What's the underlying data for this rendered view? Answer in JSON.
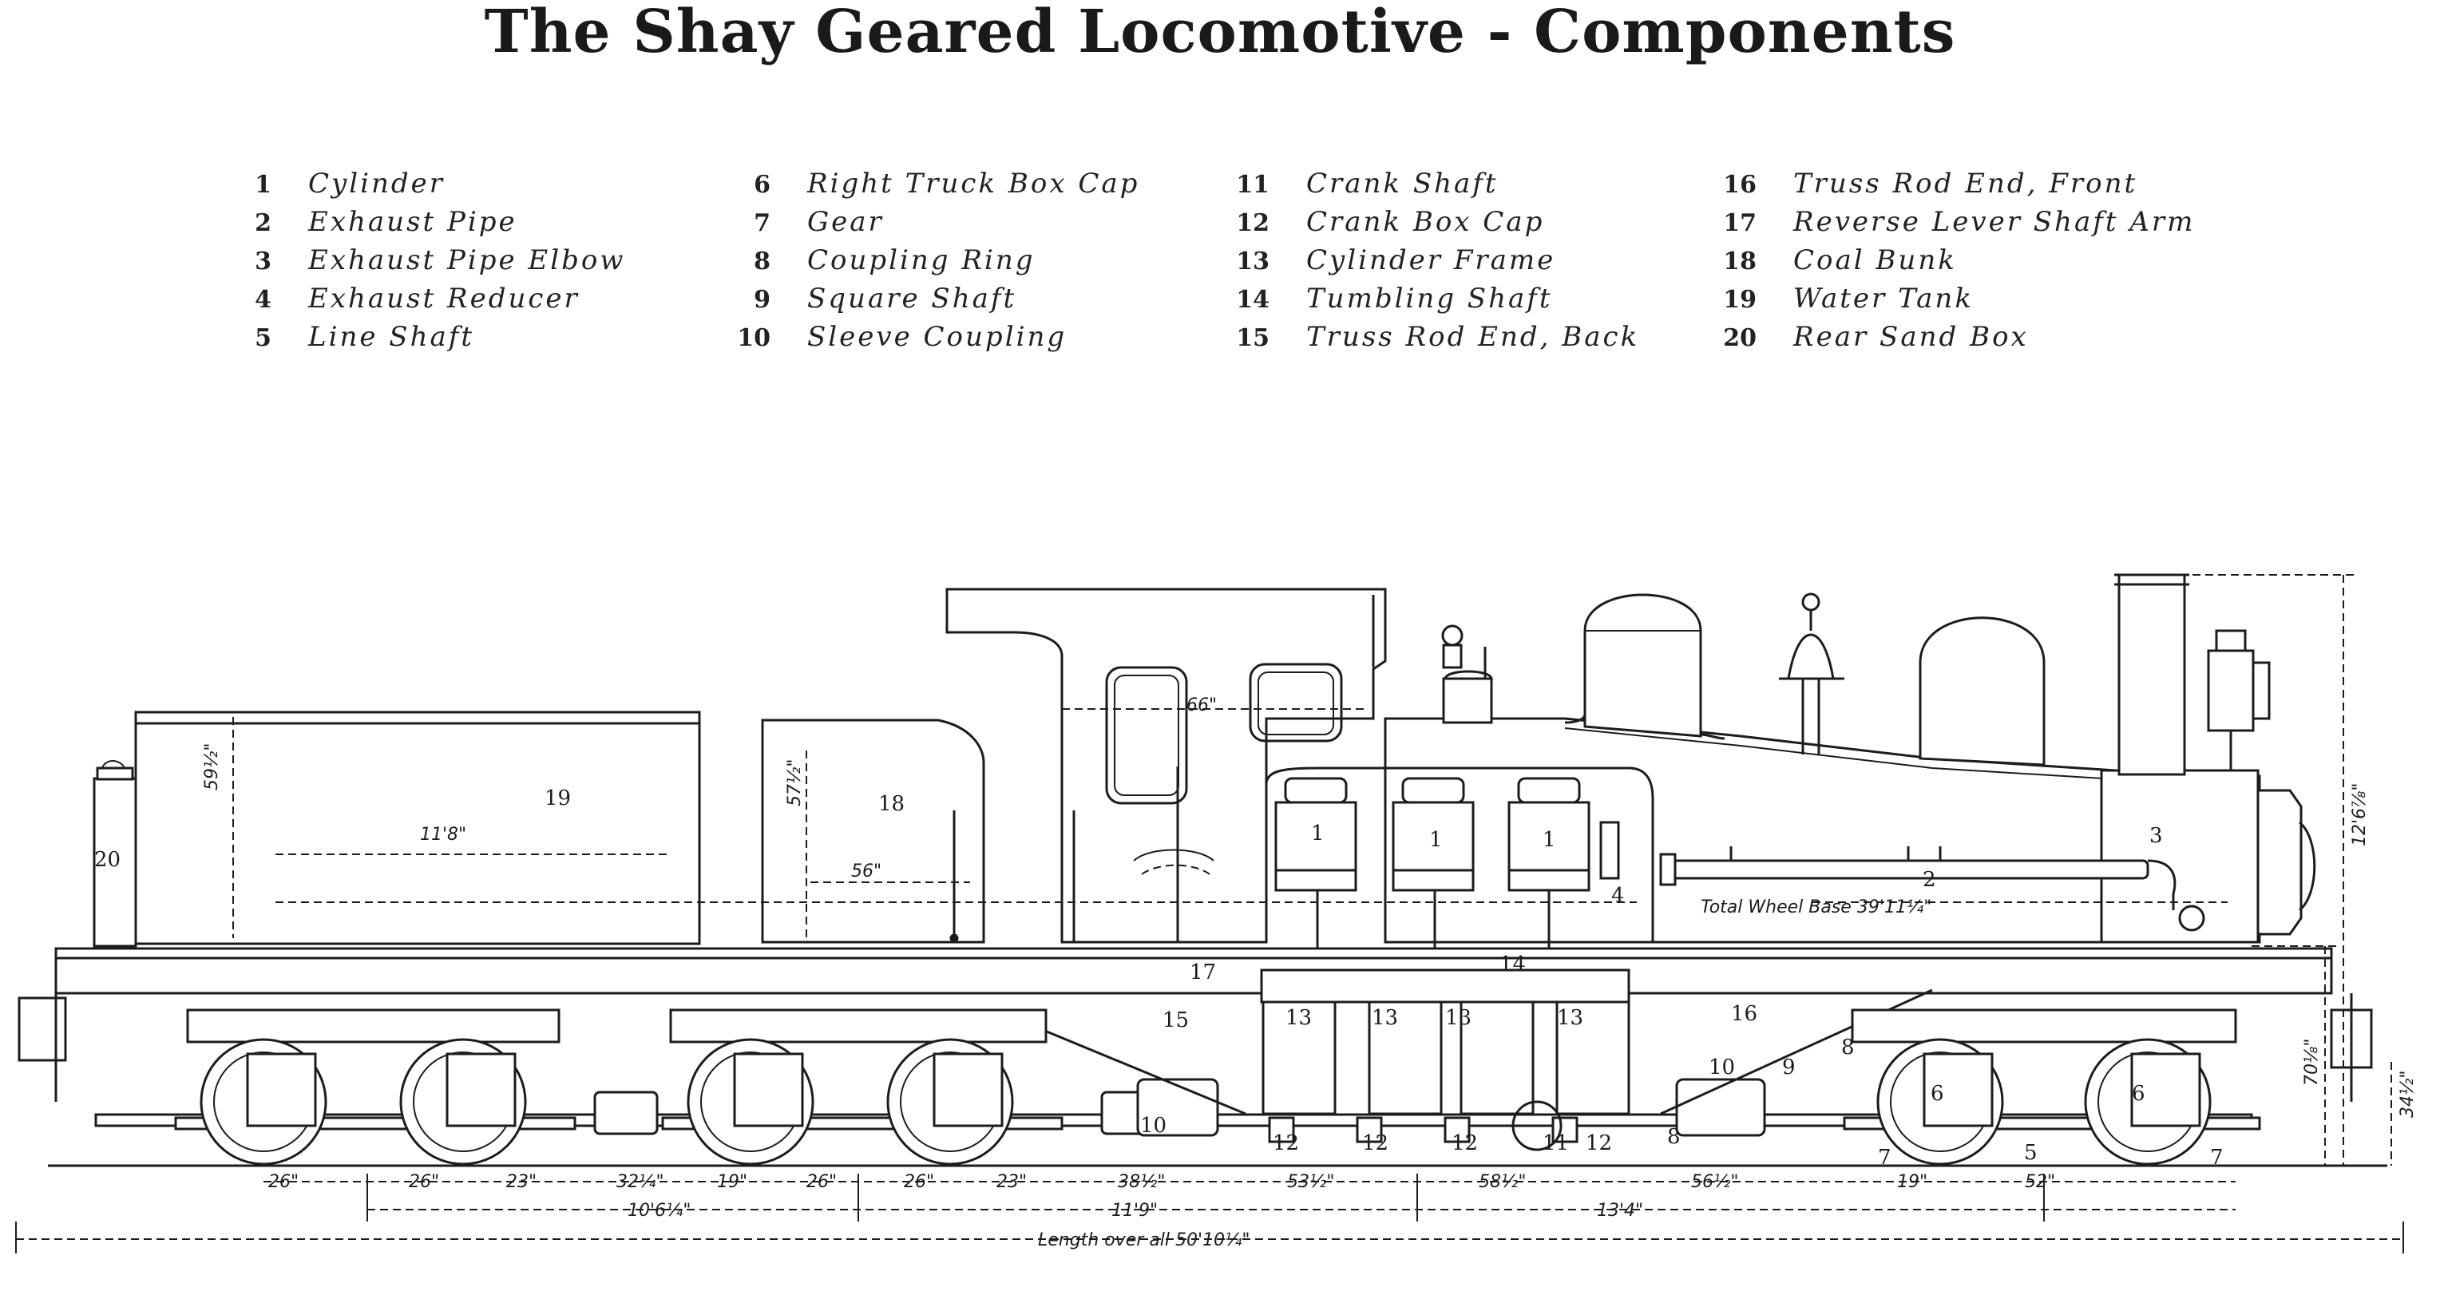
{
  "title": "The Shay Geared Locomotive - Components",
  "legend": [
    {
      "num": "1",
      "name": "Cylinder"
    },
    {
      "num": "2",
      "name": "Exhaust Pipe"
    },
    {
      "num": "3",
      "name": "Exhaust Pipe Elbow"
    },
    {
      "num": "4",
      "name": "Exhaust Reducer"
    },
    {
      "num": "5",
      "name": "Line Shaft"
    },
    {
      "num": "6",
      "name": "Right Truck Box Cap"
    },
    {
      "num": "7",
      "name": "Gear"
    },
    {
      "num": "8",
      "name": "Coupling Ring"
    },
    {
      "num": "9",
      "name": "Square Shaft"
    },
    {
      "num": "10",
      "name": "Sleeve Coupling"
    },
    {
      "num": "11",
      "name": "Crank Shaft"
    },
    {
      "num": "12",
      "name": "Crank Box Cap"
    },
    {
      "num": "13",
      "name": "Cylinder Frame"
    },
    {
      "num": "14",
      "name": "Tumbling Shaft"
    },
    {
      "num": "15",
      "name": "Truss Rod End, Back"
    },
    {
      "num": "16",
      "name": "Truss Rod End, Front"
    },
    {
      "num": "17",
      "name": "Reverse Lever Shaft Arm"
    },
    {
      "num": "18",
      "name": "Coal Bunk"
    },
    {
      "num": "19",
      "name": "Water Tank"
    },
    {
      "num": "20",
      "name": "Rear Sand Box"
    }
  ],
  "callouts": {
    "c19": "19",
    "c20": "20",
    "c18": "18",
    "c1a": "1",
    "c1b": "1",
    "c1c": "1",
    "c2": "2",
    "c3": "3",
    "c4": "4",
    "c17": "17",
    "c14": "14",
    "c15": "15",
    "c16": "16",
    "c13a": "13",
    "c13b": "13",
    "c13c": "13",
    "c13d": "13",
    "c10a": "10",
    "c10b": "10",
    "c9": "9",
    "c8a": "8",
    "c8b": "8",
    "c6a": "6",
    "c6b": "6",
    "c5": "5",
    "c7a": "7",
    "c7b": "7",
    "c12a": "12",
    "c12b": "12",
    "c12c": "12",
    "c12d": "12",
    "c11": "11"
  },
  "dimensions": {
    "tank_length": "11'8\"",
    "tank_height": "59½\"",
    "bunk_height": "57½\"",
    "bunk_width": "56\"",
    "cab_width": "66\"",
    "total_wheel_base": "Total Wheel Base 39'11¼\"",
    "height": "12'6⅞\"",
    "frame_height": "70⅛\"",
    "coupler_height": "34½\"",
    "bottom_row": [
      "26\"",
      "26\"",
      "23\"",
      "32¼\"",
      "19\"",
      "26\"",
      "26\"",
      "23\"",
      "38½\"",
      "53½\"",
      "58½\"",
      "56½\"",
      "19\"",
      "52\""
    ],
    "truck_rear": "10'6¼\"",
    "truck_center": "11'9\"",
    "truck_front": "13'4\"",
    "length_over_all": "Length over all 50'10¼\""
  }
}
